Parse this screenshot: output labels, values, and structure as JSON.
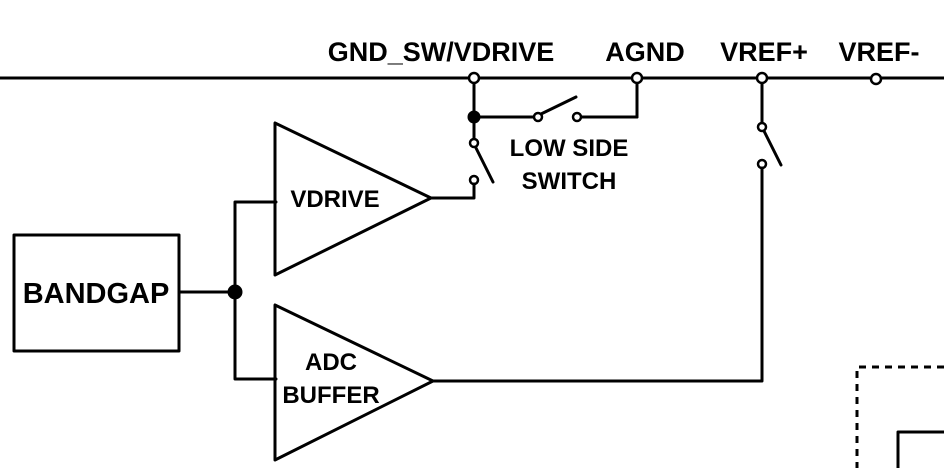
{
  "pins": {
    "gnd_sw_vdrive": "GND_SW/VDRIVE",
    "agnd": "AGND",
    "vref_plus": "VREF+",
    "vref_minus": "VREF-"
  },
  "blocks": {
    "bandgap": "BANDGAP",
    "vdrive_amp": "VDRIVE",
    "adc_buffer_line1": "ADC",
    "adc_buffer_line2": "BUFFER"
  },
  "switch_label": {
    "line1": "LOW SIDE",
    "line2": "SWITCH"
  }
}
